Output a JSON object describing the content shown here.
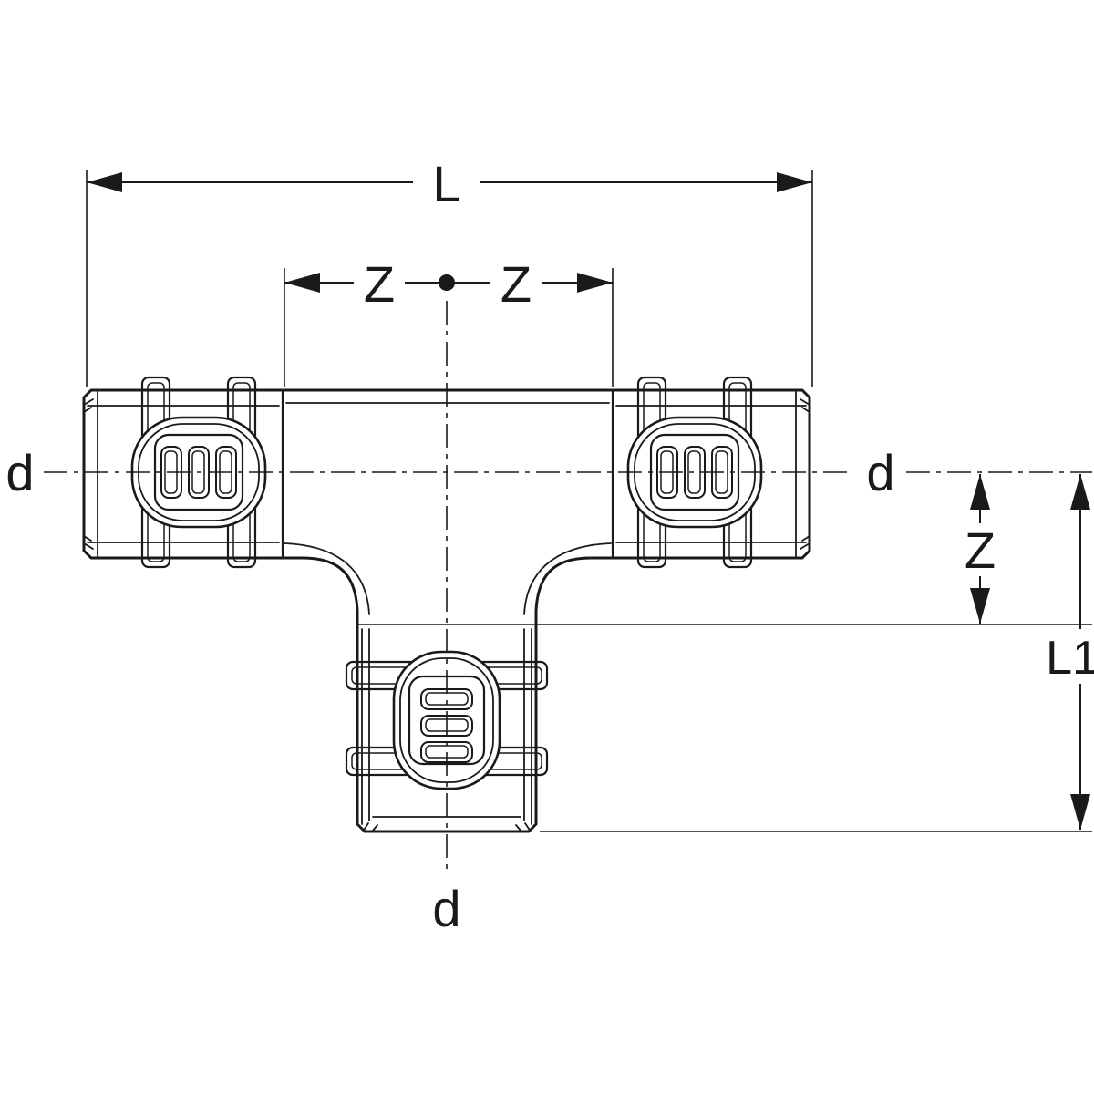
{
  "diagram": {
    "type": "technical-dimensional-drawing",
    "figure": "press-fit tee pipe fitting",
    "labels": {
      "length_total": "L",
      "z_left": "Z",
      "z_right": "Z",
      "diameter_left": "d",
      "diameter_right": "d",
      "diameter_bottom": "d",
      "z_vertical": "Z",
      "length_branch": "L1"
    },
    "colors": {
      "line": "#1a1a1a",
      "background": "#ffffff"
    }
  }
}
